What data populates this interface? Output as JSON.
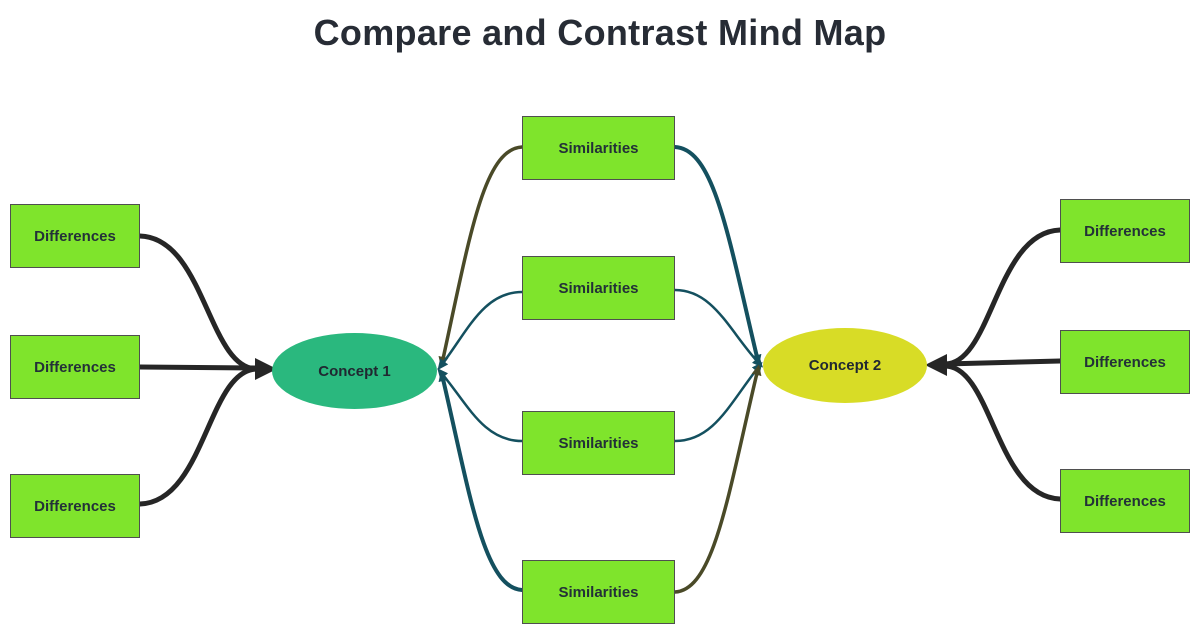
{
  "title": "Compare and Contrast Mind Map",
  "colors": {
    "background": "#ffffff",
    "title_text": "#272c35",
    "box_fill": "#7fe42c",
    "box_border": "#4f4f4f",
    "box_text": "#233038",
    "concept1_fill": "#2ab87e",
    "concept2_fill": "#d8dc26",
    "concept_text": "#202831",
    "connector_black": "#262626",
    "connector_teal": "#14505f",
    "connector_olive": "#4a4a28"
  },
  "concept1": {
    "label": "Concept 1"
  },
  "concept2": {
    "label": "Concept 2"
  },
  "similarities": [
    {
      "label": "Similarities"
    },
    {
      "label": "Similarities"
    },
    {
      "label": "Similarities"
    },
    {
      "label": "Similarities"
    }
  ],
  "differences_left": [
    {
      "label": "Differences"
    },
    {
      "label": "Differences"
    },
    {
      "label": "Differences"
    }
  ],
  "differences_right": [
    {
      "label": "Differences"
    },
    {
      "label": "Differences"
    },
    {
      "label": "Differences"
    }
  ]
}
